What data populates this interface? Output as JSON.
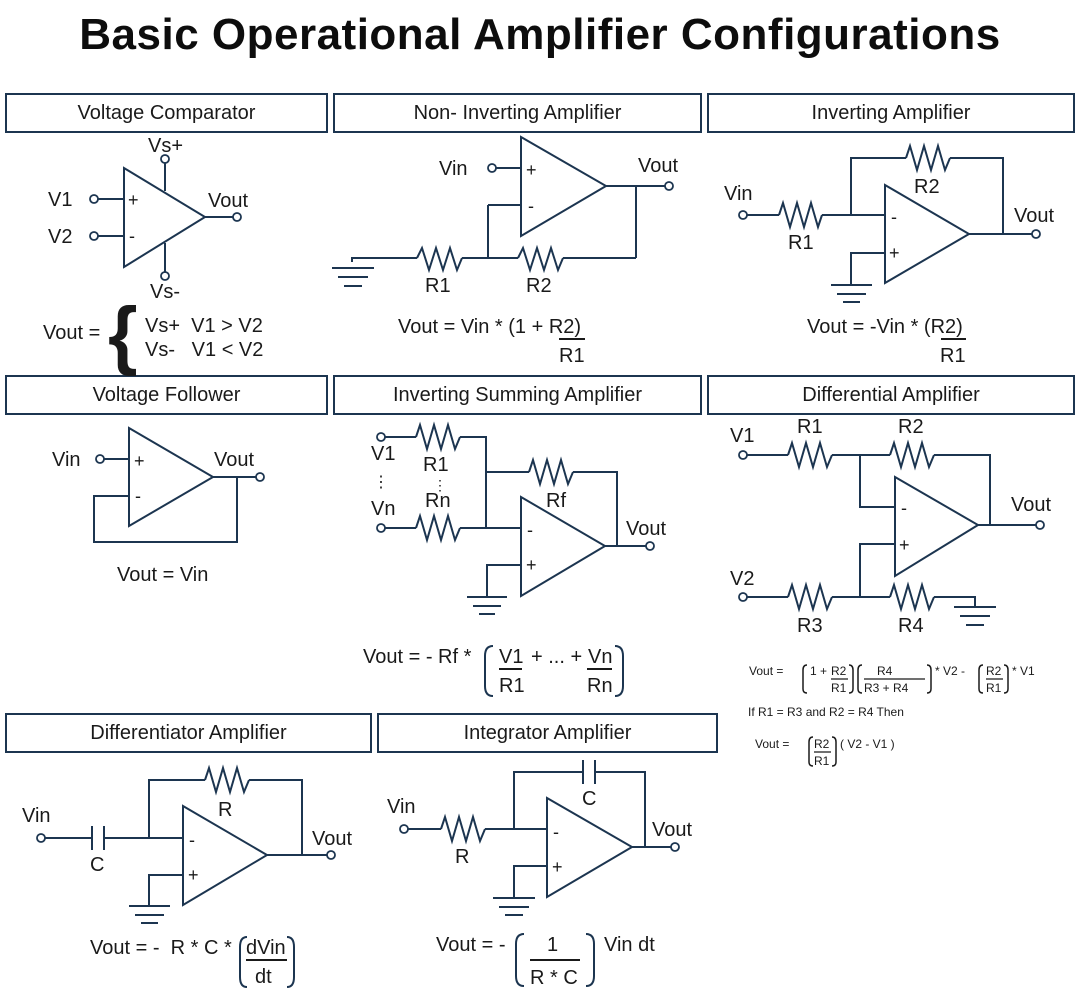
{
  "title": "Basic Operational Amplifier Configurations",
  "colors": {
    "line": "#1c3550",
    "text": "#1a1a1a",
    "background": "#ffffff"
  },
  "panels": {
    "comparator": {
      "header": "Voltage Comparator",
      "labels": {
        "vsp": "Vs+",
        "vsm": "Vs-",
        "v1": "V1",
        "v2": "V2",
        "vout": "Vout",
        "plus": "+",
        "minus": "-"
      },
      "formula": {
        "lhs": "Vout =",
        "case1": "Vs+  V1 > V2",
        "case2": "Vs-   V1 < V2"
      }
    },
    "non_inverting": {
      "header": "Non- Inverting Amplifier",
      "labels": {
        "vin": "Vin",
        "vout": "Vout",
        "r1": "R1",
        "r2": "R2",
        "plus": "+",
        "minus": "-"
      },
      "formula": {
        "main": "Vout = Vin * (1 + R2)",
        "denominator": "R1"
      }
    },
    "inverting": {
      "header": "Inverting Amplifier",
      "labels": {
        "vin": "Vin",
        "vout": "Vout",
        "r1": "R1",
        "r2": "R2",
        "plus": "+",
        "minus": "-"
      },
      "formula": {
        "main": "Vout = -Vin * (R2)",
        "denominator": "R1"
      }
    },
    "follower": {
      "header": "Voltage Follower",
      "labels": {
        "vin": "Vin",
        "vout": "Vout",
        "plus": "+",
        "minus": "-"
      },
      "formula": {
        "main": "Vout = Vin"
      }
    },
    "summing": {
      "header": "Inverting Summing Amplifier",
      "labels": {
        "v1": "V1",
        "vn": "Vn",
        "r1": "R1",
        "rn": "Rn",
        "rf": "Rf",
        "vout": "Vout",
        "dots": "⋮",
        "plus": "+",
        "minus": "-"
      },
      "formula": {
        "lhs": "Vout = - Rf *",
        "n1": "V1",
        "d1": "R1",
        "mid": "+ ... +",
        "n2": "Vn",
        "d2": "Rn"
      }
    },
    "differential": {
      "header": "Differential Amplifier",
      "labels": {
        "v1": "V1",
        "v2": "V2",
        "r1": "R1",
        "r2": "R2",
        "r3": "R3",
        "r4": "R4",
        "vout": "Vout",
        "plus": "+",
        "minus": "-"
      },
      "formula": {
        "lhs": "Vout =",
        "t1": "1 +",
        "t1n": "R2",
        "t1d": "R1",
        "t2n": "R4",
        "t2d": "R3 + R4",
        "mid": "* V2 -",
        "t3n": "R2",
        "t3d": "R1",
        "end": "* V1",
        "condition": "If R1 = R3 and R2 = R4 Then",
        "lhs2": "Vout =",
        "s_n": "R2",
        "s_d": "R1",
        "s_end": "( V2 - V1 )"
      }
    },
    "differentiator": {
      "header": "Differentiator Amplifier",
      "labels": {
        "vin": "Vin",
        "vout": "Vout",
        "r": "R",
        "c": "C",
        "plus": "+",
        "minus": "-"
      },
      "formula": {
        "lhs": "Vout = -  R * C *",
        "num": "dVin",
        "den": "dt"
      }
    },
    "integrator": {
      "header": "Integrator Amplifier",
      "labels": {
        "vin": "Vin",
        "vout": "Vout",
        "r": "R",
        "c": "C",
        "plus": "+",
        "minus": "-"
      },
      "formula": {
        "lhs": "Vout = -",
        "num": "1",
        "den": "R * C",
        "end": "Vin dt"
      }
    }
  }
}
